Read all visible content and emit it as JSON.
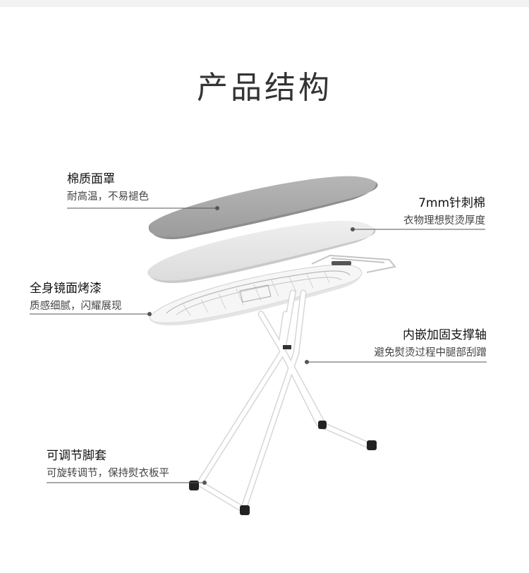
{
  "title": "产品结构",
  "callouts": [
    {
      "title": "棉质面罩",
      "desc": "耐高温，不易褪色"
    },
    {
      "title": "7mm针刺棉",
      "desc": "衣物理想熨烫厚度"
    },
    {
      "title": "全身镜面烤漆",
      "desc": "质感细腻，闪耀展现"
    },
    {
      "title": "内嵌加固支撑轴",
      "desc": "避免熨烫过程中腿部刮蹭"
    },
    {
      "title": "可调节脚套",
      "desc": "可旋转调节，保持熨衣板平"
    }
  ]
}
